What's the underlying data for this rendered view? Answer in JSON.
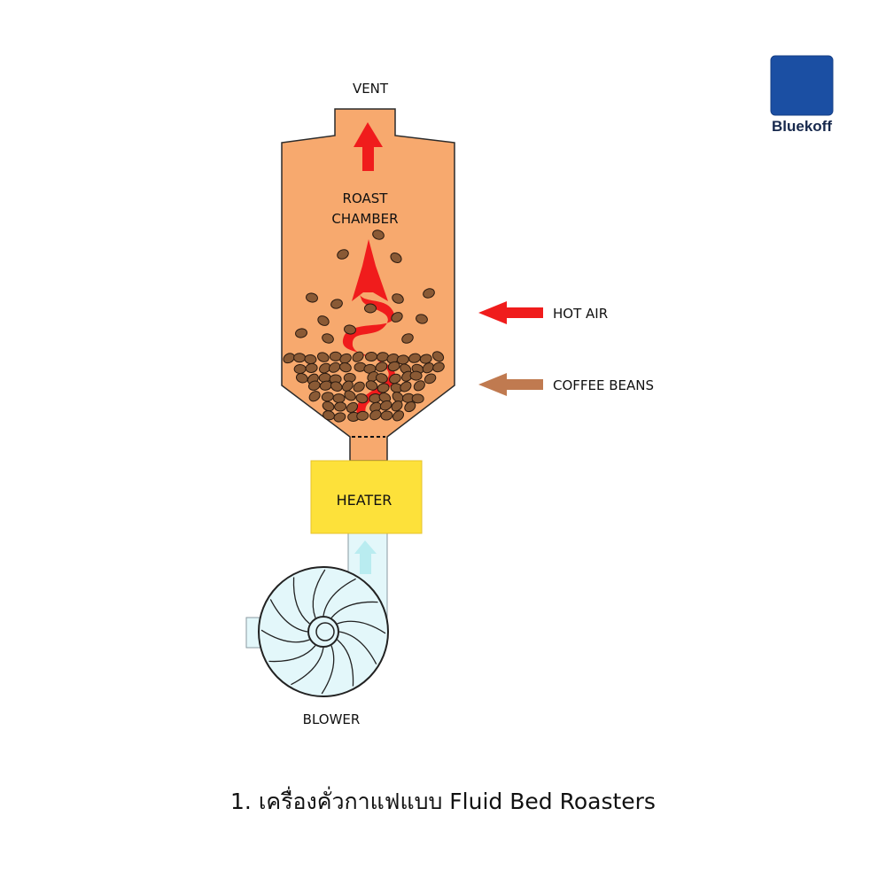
{
  "labels": {
    "vent": "VENT",
    "roast_chamber_line1": "ROAST",
    "roast_chamber_line2": "CHAMBER",
    "hot_air": "HOT AIR",
    "coffee_beans": "COFFEE BEANS",
    "heater": "HEATER",
    "blower": "BLOWER"
  },
  "brand": {
    "name": "Bluekoff"
  },
  "caption": "1. เครื่องคั่วกาแฟแบบ Fluid Bed Roasters",
  "colors": {
    "chamber": "#f7a96e",
    "hot_air": "#f01c1c",
    "coffee_bean": "#8a5a35",
    "bean_arrow": "#c07a50",
    "heater": "#fde13a",
    "duct": "#e3f7fa",
    "brand_blue": "#1b4fa3"
  }
}
